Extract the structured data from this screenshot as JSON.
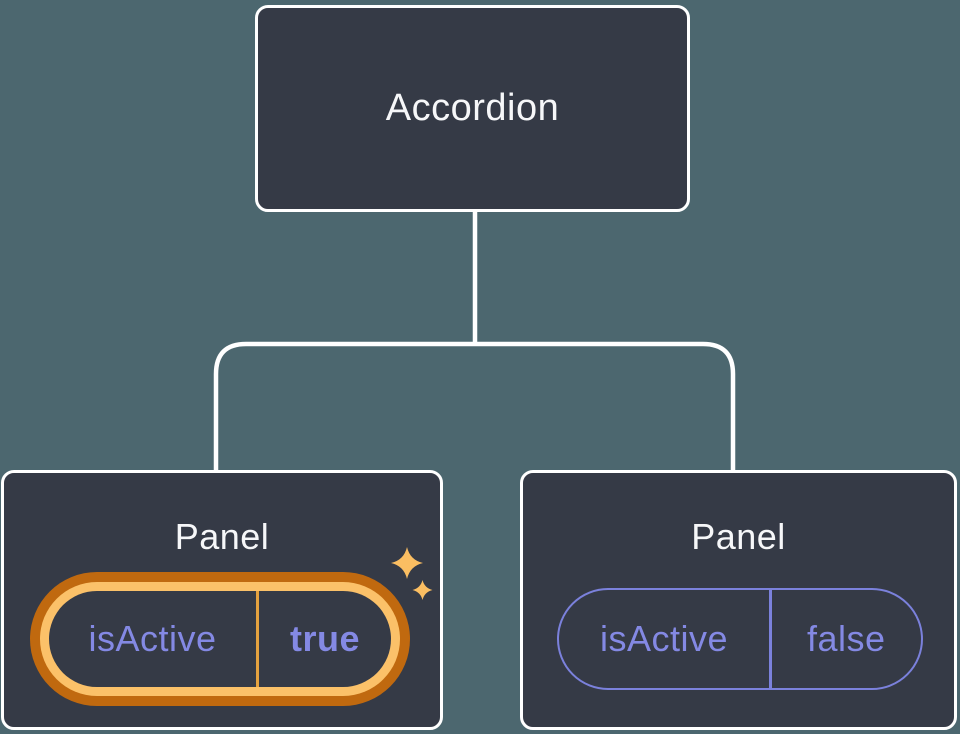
{
  "diagram": {
    "description": "Component tree: Accordion parent with two Panel children sharing isActive state",
    "tree": {
      "root": {
        "label": "Accordion"
      },
      "children": [
        {
          "label": "Panel",
          "prop": {
            "name": "isActive",
            "value": "true"
          },
          "highlighted": true
        },
        {
          "label": "Panel",
          "prop": {
            "name": "isActive",
            "value": "false"
          },
          "highlighted": false
        }
      ]
    },
    "icons": [
      {
        "name": "sparkles-icon",
        "meaning": "highlight on active prop pill"
      }
    ],
    "colors": {
      "background": "#4C676F",
      "node_fill": "#353A46",
      "node_border": "#FFFFFF",
      "connector": "#FFFFFF",
      "label_text": "#F6F7F9",
      "prop_text_purple": "#8489E4",
      "pill_border_purple": "#7B81DC",
      "highlight_ring_outer_orange": "#C0690F",
      "highlight_ring_inner_gold": "#FBC169",
      "highlight_divider_gold": "#E5A23F",
      "sparkle_gold": "#FBBE62"
    }
  }
}
